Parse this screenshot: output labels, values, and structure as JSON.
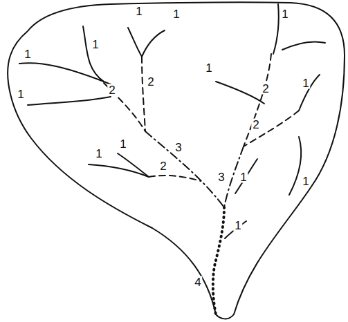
{
  "diagram": {
    "labels": [
      "1",
      "1",
      "1",
      "1",
      "1",
      "1",
      "2",
      "2",
      "2",
      "1",
      "1",
      "2",
      "3",
      "1",
      "1",
      "2",
      "3",
      "1",
      "1",
      "1",
      "4"
    ]
  }
}
